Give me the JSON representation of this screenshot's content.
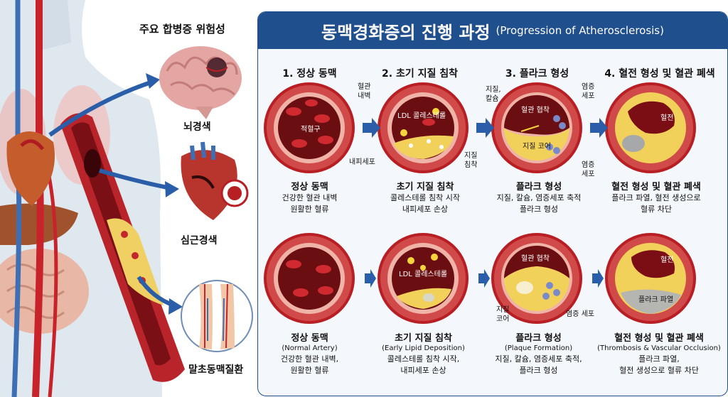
{
  "colors": {
    "title_bar": "#1f4f8c",
    "vessel_wall": "#b81f24",
    "lumen": "#6b0e12",
    "plaque": "#f2d15a",
    "arrow": "#2b5ea8",
    "skin": "#d6e0ea"
  },
  "left": {
    "heading": "주요 합병증 위험성",
    "brain_label": "뇌경색",
    "heart_label": "심근경색",
    "leg_label": "말초동맥질환"
  },
  "title": {
    "main": "동맥경화증의 진행 과정",
    "sub": "(Progression of Atherosclerosis)"
  },
  "top_row": {
    "steps": [
      "1. 정상 동맥",
      "2. 초기 지질 침착",
      "3. 플라크 형성",
      "4. 혈전 형성 및 혈관 폐색"
    ],
    "circle_labels": {
      "c1_rbc": "적혈구",
      "c1_wall_1": "혈관",
      "c1_wall_2": "내벽",
      "c1_endo": "내피세포",
      "c2_ldl": "LDL 콜레스테롤",
      "c2_lipid_1": "지질",
      "c2_lipid_2": "침착",
      "c3_lipid_1": "지질,",
      "c3_lipid_2": "칼슘",
      "c3_narrow": "혈관 협착",
      "c3_inflam_1": "염증",
      "c3_inflam_2": "세포",
      "c3_core": "지질 코어",
      "c3_inflam2_1": "염증",
      "c3_inflam2_2": "세포",
      "c4_clot": "혈전"
    },
    "captions": [
      {
        "title": "정상 동맥",
        "lines": [
          "건강한 혈관 내벽",
          "원활한 혈류"
        ]
      },
      {
        "title": "초기 지질 침착",
        "lines": [
          "콜레스테롤 침착 시작",
          "내피세포 손상"
        ]
      },
      {
        "title": "플라크 형성",
        "lines": [
          "지질, 칼슘, 염증세포 축적",
          "플라크 형성"
        ]
      },
      {
        "title": "혈전 형성 및 혈관 폐색",
        "lines": [
          "플라크 파열, 혈전 생성으로",
          "혈류 차단"
        ]
      }
    ]
  },
  "bottom_row": {
    "circle_labels": {
      "c2_ldl": "LDL 콜레스테롤",
      "c3_narrow": "혈관 협착",
      "c3_core_1": "지질",
      "c3_core_2": "코어",
      "c3_inflam": "염증 세포",
      "c4_clot": "혈전",
      "c4_rupture": "플라크 파열"
    },
    "captions": [
      {
        "title": "정상 동맥",
        "eng": "(Normal Artery)",
        "lines": [
          "건강한 혈관 내벽,",
          "원활한 혈류"
        ]
      },
      {
        "title": "초기 지질 침착",
        "eng": "(Early Lipid Deposition)",
        "lines": [
          "콜레스테롤 침착 시작,",
          "내피세포 손상"
        ]
      },
      {
        "title": "플라크 형성",
        "eng": "(Plaque Formation)",
        "lines": [
          "지질, 칼슘, 염증세포 축적,",
          "플라크 형성"
        ]
      },
      {
        "title": "혈전 형성 및 혈관 폐색",
        "eng": "(Thrombosis & Vascular Occlusion)",
        "lines": [
          "플라크 파열,",
          "혈전 생성으로 혈류 차단"
        ]
      }
    ]
  }
}
